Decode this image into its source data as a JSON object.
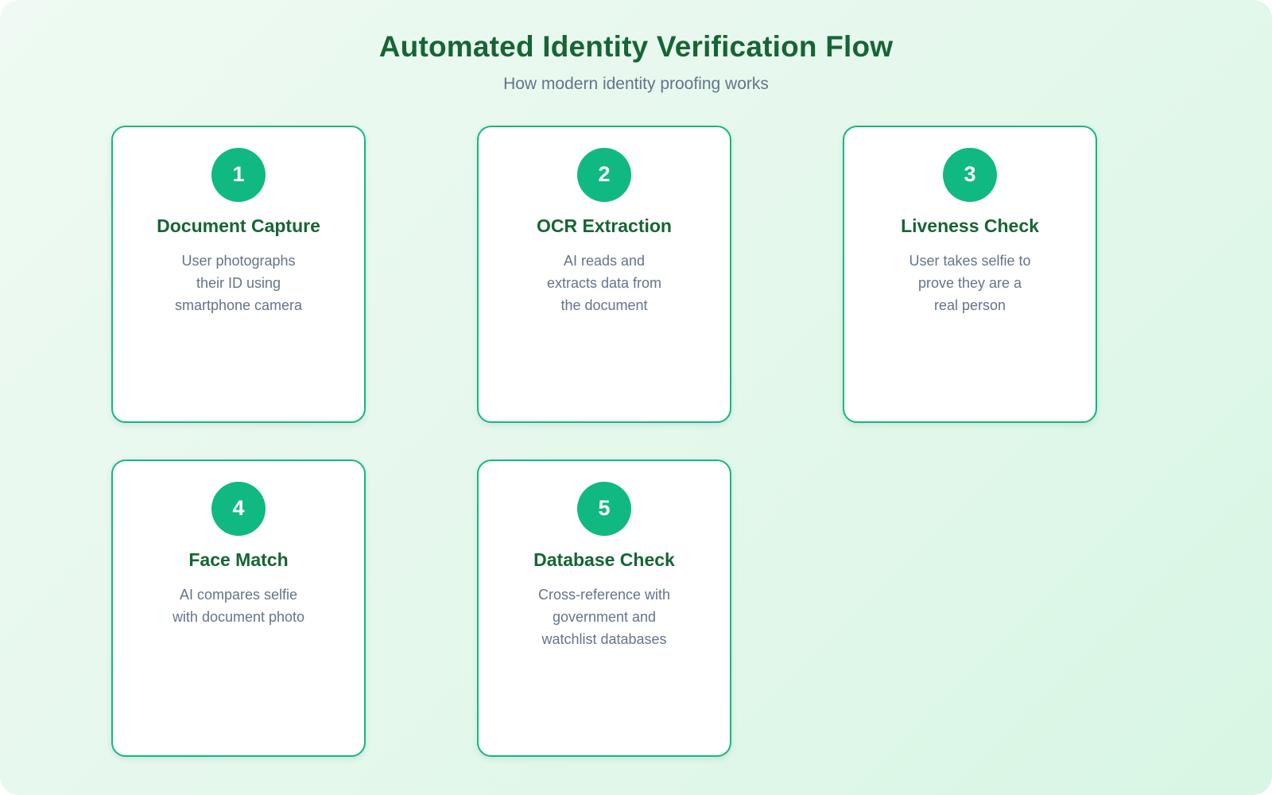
{
  "page": {
    "title": "Automated Identity Verification Flow",
    "subtitle": "How modern identity proofing works"
  },
  "colors": {
    "accent_green": "#10b981",
    "heading_green": "#166534",
    "body_gray": "#64748b",
    "background_gradient_from": "#eefaf3",
    "background_gradient_to": "#d8f6e4",
    "card_background": "#ffffff"
  },
  "steps": [
    {
      "number": "1",
      "title": "Document Capture",
      "description": "User photographs\ntheir ID using\nsmartphone camera"
    },
    {
      "number": "2",
      "title": "OCR Extraction",
      "description": "AI reads and\nextracts data from\nthe document"
    },
    {
      "number": "3",
      "title": "Liveness Check",
      "description": "User takes selfie to\nprove they are a\nreal person"
    },
    {
      "number": "4",
      "title": "Face Match",
      "description": "AI compares selfie\nwith document photo"
    },
    {
      "number": "5",
      "title": "Database Check",
      "description": "Cross-reference with\ngovernment and\nwatchlist databases"
    }
  ]
}
